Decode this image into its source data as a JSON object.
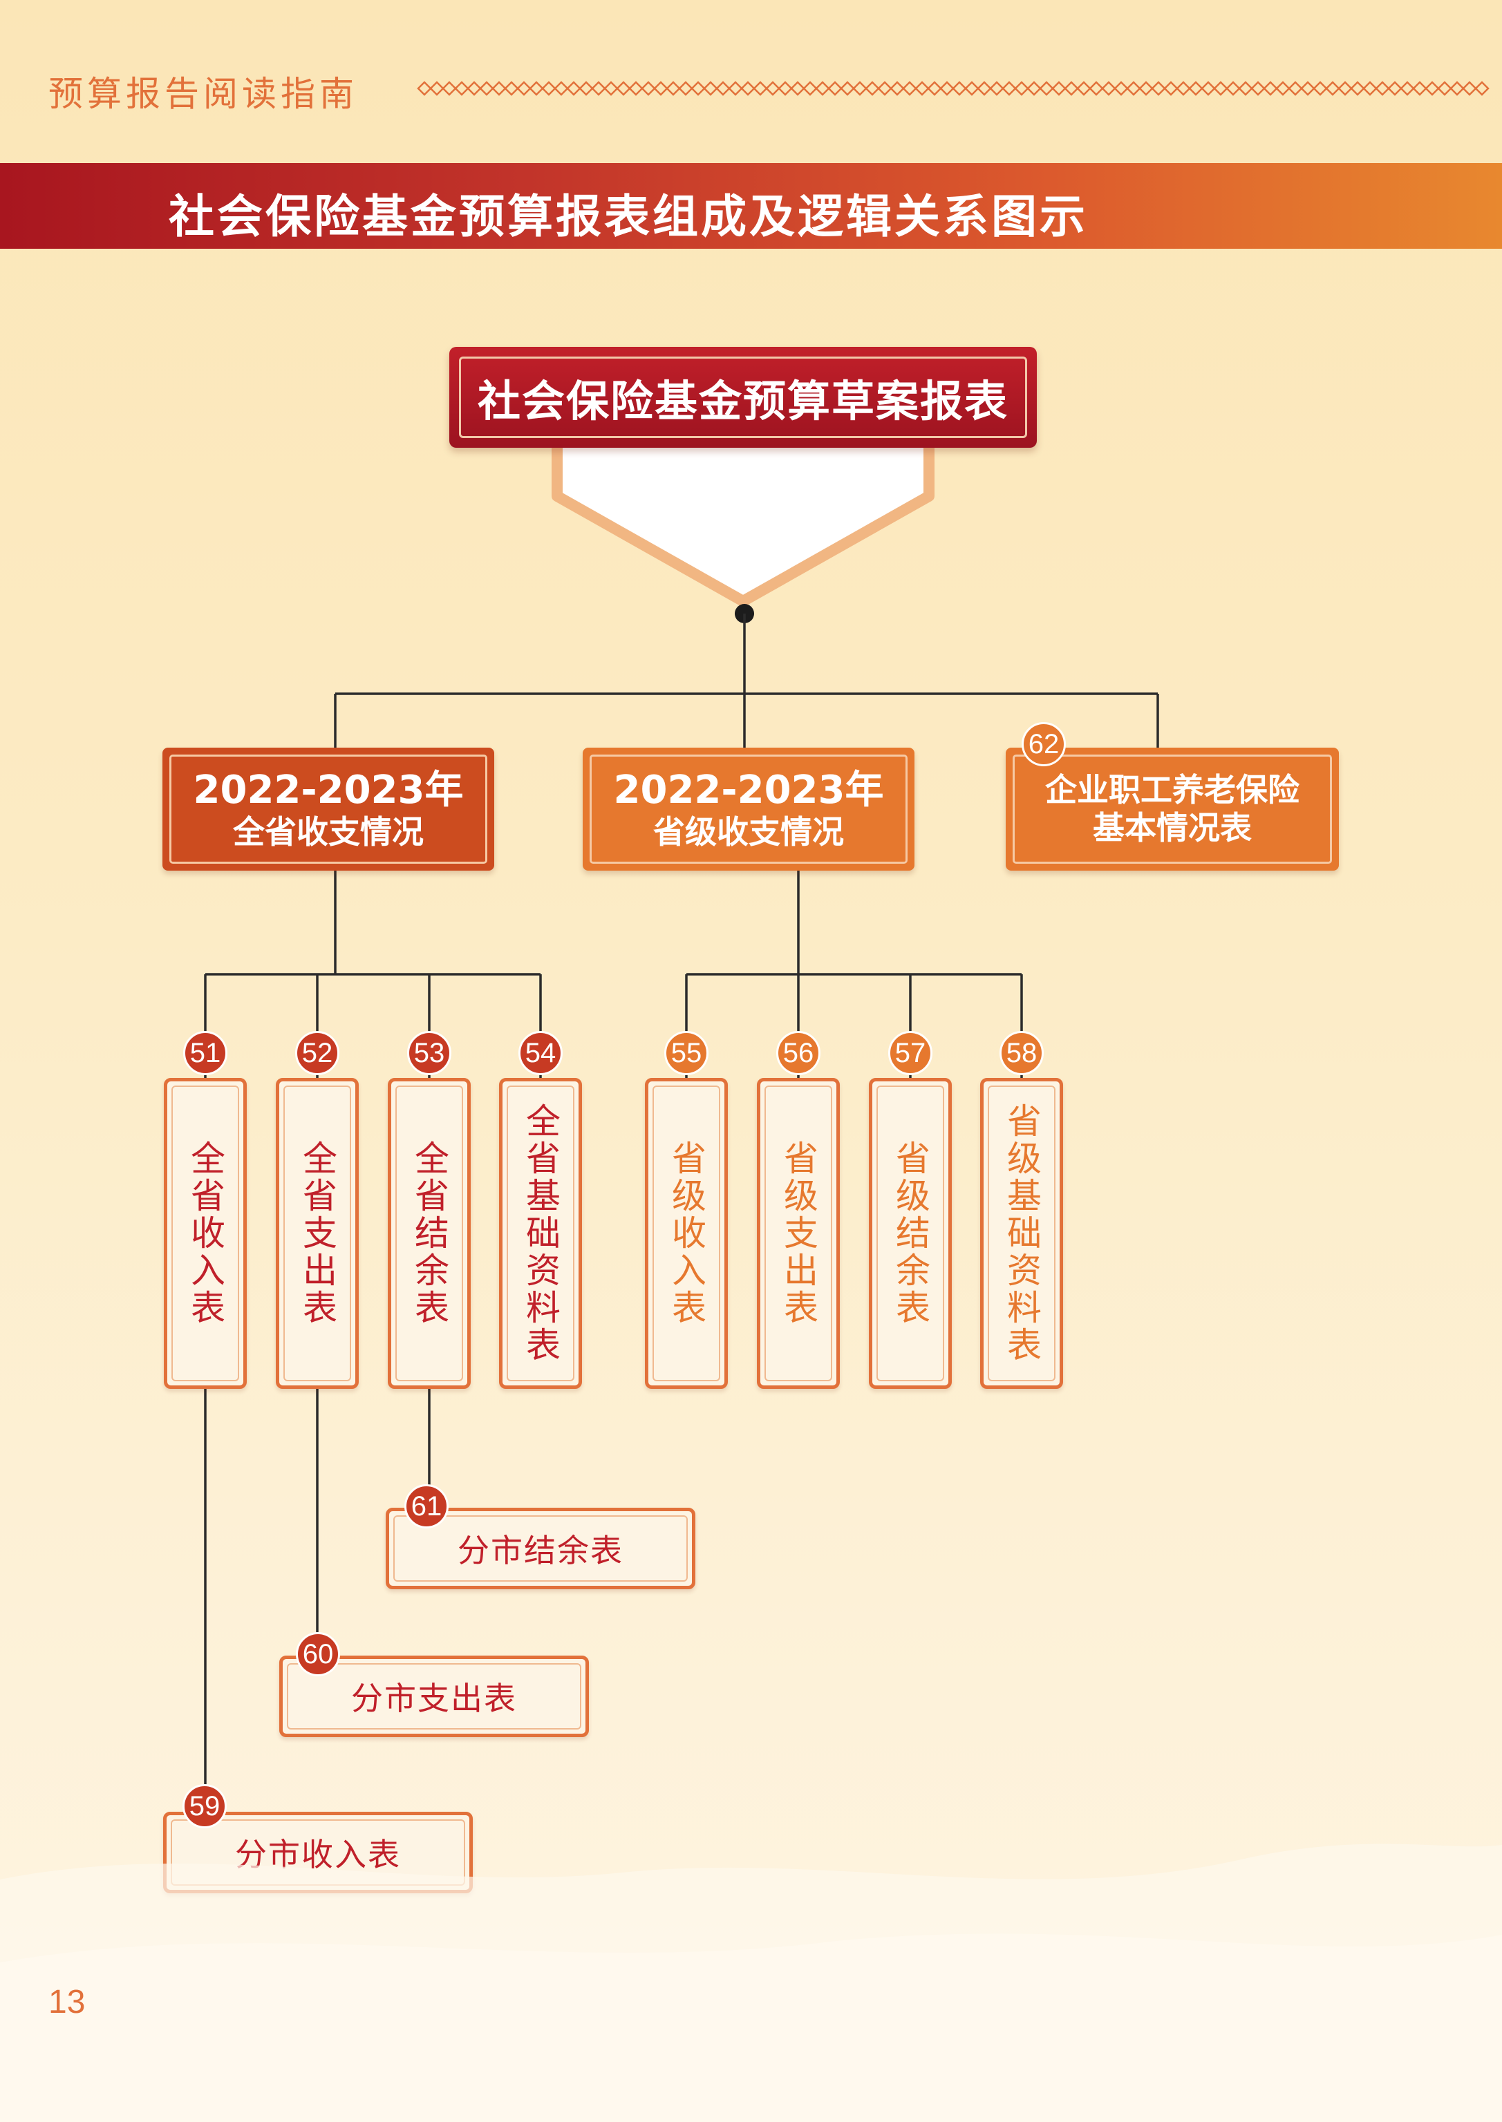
{
  "header": {
    "guide_title": "预算报告阅读指南",
    "banner_title": "社会保险基金预算报表组成及逻辑关系图示"
  },
  "diagram": {
    "root": "社会保险基金预算草案报表",
    "groups": {
      "province_total": {
        "line1": "2022-2023年",
        "line2": "全省收支情况"
      },
      "province_level": {
        "line1": "2022-2023年",
        "line2": "省级收支情况"
      },
      "pension": {
        "number": "62",
        "line1": "企业职工养老保险",
        "line2": "基本情况表"
      }
    },
    "tables": [
      {
        "number": "51",
        "label": "全省收入表"
      },
      {
        "number": "52",
        "label": "全省支出表"
      },
      {
        "number": "53",
        "label": "全省结余表"
      },
      {
        "number": "54",
        "label": "全省基础资料表"
      },
      {
        "number": "55",
        "label": "省级收入表"
      },
      {
        "number": "56",
        "label": "省级支出表"
      },
      {
        "number": "57",
        "label": "省级结余表"
      },
      {
        "number": "58",
        "label": "省级基础资料表"
      }
    ],
    "city_tables": [
      {
        "number": "61",
        "label": "分市结余表"
      },
      {
        "number": "60",
        "label": "分市支出表"
      },
      {
        "number": "59",
        "label": "分市收入表"
      }
    ]
  },
  "page_number": "13",
  "colors": {
    "brand_red": "#c0202a",
    "brand_orange": "#e6782e",
    "dark_orange": "#cc4c1f"
  }
}
